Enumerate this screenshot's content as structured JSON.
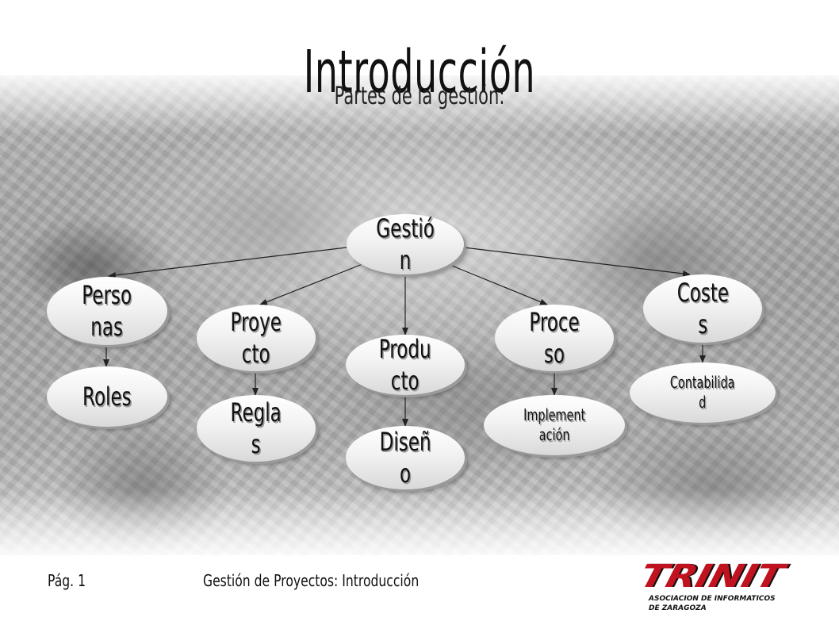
{
  "slide": {
    "title": "Introducción",
    "subtitle": "Partes de la gestión:"
  },
  "diagram": {
    "nodes": {
      "gestion": "Gestió\nn",
      "personas": "Perso\nnas",
      "proyecto": "Proye\ncto",
      "producto": "Produ\ncto",
      "proceso": "Proce\nso",
      "costes": "Coste\ns",
      "roles": "Roles",
      "reglas": "Regla\ns",
      "diseno": "Diseñ\no",
      "implementacion": "Implement\nación",
      "contabilidad": "Contabilida\nd"
    }
  },
  "footer": {
    "page": "Pág. 1",
    "course": "Gestión de Proyectos: Introducción"
  },
  "logo": {
    "mark": "TRINIT",
    "line1": "ASOCIACION DE INFORMATICOS",
    "line2": "DE ZARAGOZA"
  },
  "colors": {
    "logo_red": "#c1121f",
    "node_fill": "#f2f2f2",
    "arrow": "#222222"
  }
}
